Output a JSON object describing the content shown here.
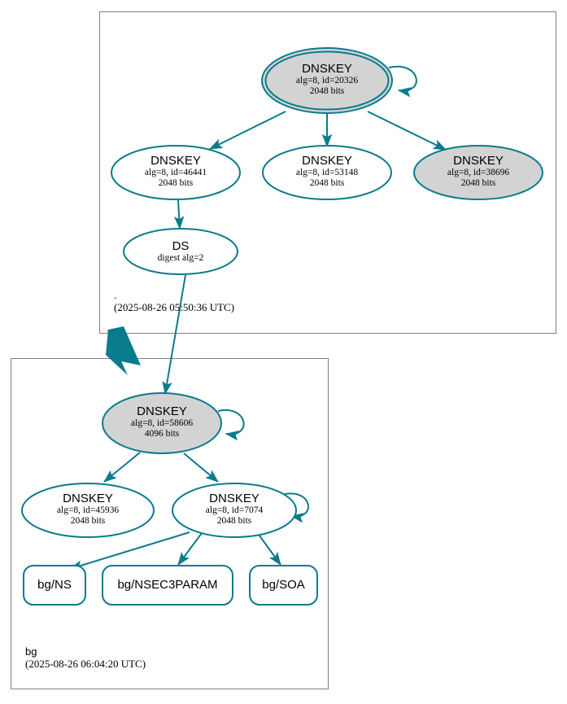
{
  "diagram": {
    "type": "dnssec-authentication-chain",
    "accent_color": "#0a7b8c",
    "ksk_fill": "#d3d3d3",
    "zsk_fill": "#ffffff",
    "box_border": "#7f7f7f",
    "text_color": "#000000"
  },
  "zones": [
    {
      "id": "root",
      "name": ".",
      "timestamp": "(2025-08-26 05:50:36 UTC)"
    },
    {
      "id": "bg",
      "name": "bg",
      "timestamp": "(2025-08-26 06:04:20 UTC)"
    }
  ],
  "nodes": {
    "root_ksk_20326": {
      "kind": "DNSKEY",
      "title": "DNSKEY",
      "detail": "alg=8, id=20326",
      "size": "2048 bits",
      "role": "trust-anchor-ksk",
      "fill": "#d3d3d3",
      "double_border": true,
      "self_signed": true
    },
    "root_zsk_46441": {
      "kind": "DNSKEY",
      "title": "DNSKEY",
      "detail": "alg=8, id=46441",
      "size": "2048 bits",
      "role": "zsk",
      "fill": "#ffffff",
      "double_border": false,
      "self_signed": false
    },
    "root_zsk_53148": {
      "kind": "DNSKEY",
      "title": "DNSKEY",
      "detail": "alg=8, id=53148",
      "size": "2048 bits",
      "role": "zsk",
      "fill": "#ffffff",
      "double_border": false,
      "self_signed": false
    },
    "root_ksk_38696": {
      "kind": "DNSKEY",
      "title": "DNSKEY",
      "detail": "alg=8, id=38696",
      "size": "2048 bits",
      "role": "ksk",
      "fill": "#d3d3d3",
      "double_border": false,
      "self_signed": false
    },
    "root_ds": {
      "kind": "DS",
      "title": "DS",
      "detail": "digest alg=2",
      "size": "",
      "role": "ds",
      "fill": "#ffffff",
      "double_border": false,
      "self_signed": false
    },
    "bg_ksk_58606": {
      "kind": "DNSKEY",
      "title": "DNSKEY",
      "detail": "alg=8, id=58606",
      "size": "4096 bits",
      "role": "ksk",
      "fill": "#d3d3d3",
      "double_border": false,
      "self_signed": true
    },
    "bg_zsk_45936": {
      "kind": "DNSKEY",
      "title": "DNSKEY",
      "detail": "alg=8, id=45936",
      "size": "2048 bits",
      "role": "zsk",
      "fill": "#ffffff",
      "double_border": false,
      "self_signed": false
    },
    "bg_zsk_7074": {
      "kind": "DNSKEY",
      "title": "DNSKEY",
      "detail": "alg=8, id=7074",
      "size": "2048 bits",
      "role": "zsk",
      "fill": "#ffffff",
      "double_border": false,
      "self_signed": true
    },
    "bg_ns": {
      "kind": "RRset",
      "title": "bg/NS"
    },
    "bg_nsec3param": {
      "kind": "RRset",
      "title": "bg/NSEC3PARAM"
    },
    "bg_soa": {
      "kind": "RRset",
      "title": "bg/SOA"
    }
  },
  "edges": [
    {
      "from": "root_ksk_20326",
      "to": "root_ksk_20326",
      "type": "self-sign"
    },
    {
      "from": "root_ksk_20326",
      "to": "root_zsk_46441",
      "type": "rrsig"
    },
    {
      "from": "root_ksk_20326",
      "to": "root_zsk_53148",
      "type": "rrsig"
    },
    {
      "from": "root_ksk_20326",
      "to": "root_ksk_38696",
      "type": "rrsig"
    },
    {
      "from": "root_zsk_46441",
      "to": "root_ds",
      "type": "rrsig"
    },
    {
      "from": "root_ds",
      "to": "bg_ksk_58606",
      "type": "delegation"
    },
    {
      "from": "root",
      "to": "bg",
      "type": "zone-delegation"
    },
    {
      "from": "bg_ksk_58606",
      "to": "bg_ksk_58606",
      "type": "self-sign"
    },
    {
      "from": "bg_ksk_58606",
      "to": "bg_zsk_45936",
      "type": "rrsig"
    },
    {
      "from": "bg_ksk_58606",
      "to": "bg_zsk_7074",
      "type": "rrsig"
    },
    {
      "from": "bg_zsk_7074",
      "to": "bg_zsk_7074",
      "type": "self-sign"
    },
    {
      "from": "bg_zsk_7074",
      "to": "bg_ns",
      "type": "rrsig"
    },
    {
      "from": "bg_zsk_7074",
      "to": "bg_nsec3param",
      "type": "rrsig"
    },
    {
      "from": "bg_zsk_7074",
      "to": "bg_soa",
      "type": "rrsig"
    }
  ]
}
